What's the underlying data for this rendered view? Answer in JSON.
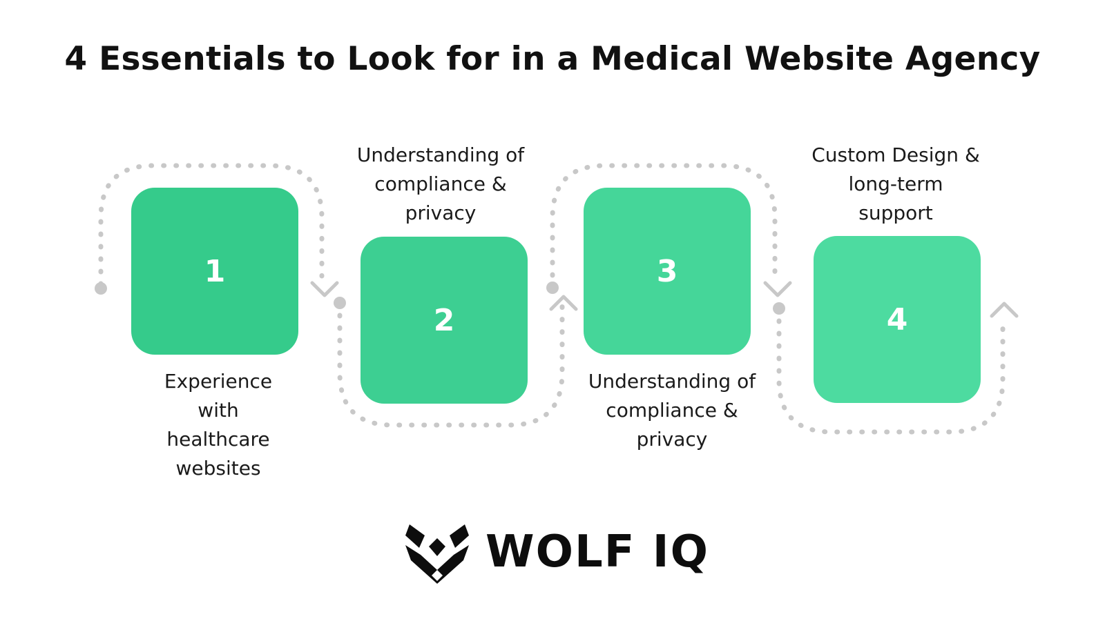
{
  "header": {
    "title": "4 Essentials to Look for in a Medical Website Agency"
  },
  "steps": [
    {
      "number": "1",
      "label": "Experience\nwith\nhealthcare\nwebsites",
      "color": "#35CB8B"
    },
    {
      "number": "2",
      "label": "Understanding of\ncompliance &\nprivacy",
      "color": "#3DCF92"
    },
    {
      "number": "3",
      "label": "Understanding of\ncompliance &\nprivacy",
      "color": "#45D699"
    },
    {
      "number": "4",
      "label": "Custom Design &\nlong-term\nsupport",
      "color": "#4DDBA0"
    }
  ],
  "connector": {
    "color": "#C8C8C8"
  },
  "brand": {
    "name": "WOLF IQ",
    "logo_icon": "wolf-logo-icon"
  }
}
